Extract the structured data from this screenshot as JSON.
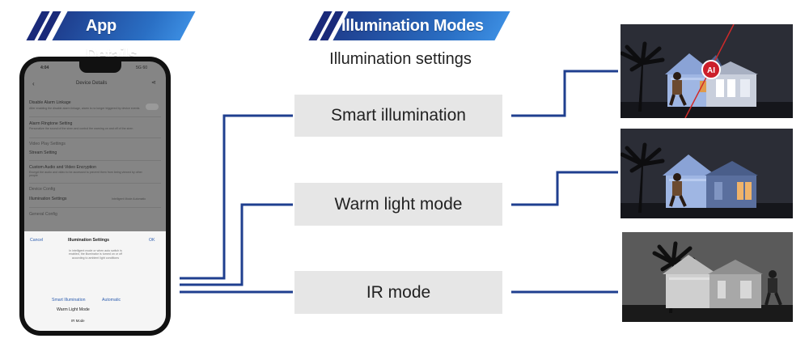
{
  "headers": {
    "app_details": "App Details",
    "illumination_modes": "Illumination Modes"
  },
  "diagram": {
    "subtitle": "Illumination settings",
    "modes": [
      "Smart illumination",
      "Warm light mode",
      "IR mode"
    ]
  },
  "phone": {
    "status_time": "4:04",
    "status_right": "5G 60",
    "nav_title": "Device Details",
    "rows": [
      {
        "title": "Disable Alarm Linkage",
        "desc": "After enabling the disable alarm linkage, alarm is no longer triggered by device events"
      },
      {
        "title": "Alarm Ringtone Setting",
        "desc": "Personalize the sound of the siren and control the warning on and off of the siren"
      },
      {
        "title": "Video Play Settings",
        "desc": ""
      },
      {
        "title": "Stream Setting",
        "desc": ""
      },
      {
        "title": "Custom Audio and Video Encryption",
        "desc": "Encrypt the audio and video to be accessed to prevent them from being viewed by other people"
      },
      {
        "title": "Device Config",
        "desc": ""
      },
      {
        "title": "Illumination Settings",
        "desc": ""
      },
      {
        "title": "General Config",
        "desc": ""
      }
    ],
    "illumination_value": "Intelligent Mode Automatic",
    "sheet": {
      "cancel": "Cancel",
      "title": "Illumination Settings",
      "ok": "OK",
      "desc": "In intelligent mode or when auto switch is enabled, the illuminator is turned on or off according to ambient light conditions",
      "options": [
        "Smart Illumination",
        "Warm Light Mode",
        "IR Mode"
      ],
      "selected_suffix": "Automatic"
    }
  },
  "colors": {
    "connector": "#1f3f8f",
    "banner": "#2a6fc4",
    "mode_box": "#e6e6e6",
    "ai_badge": "#cc1f2a"
  }
}
